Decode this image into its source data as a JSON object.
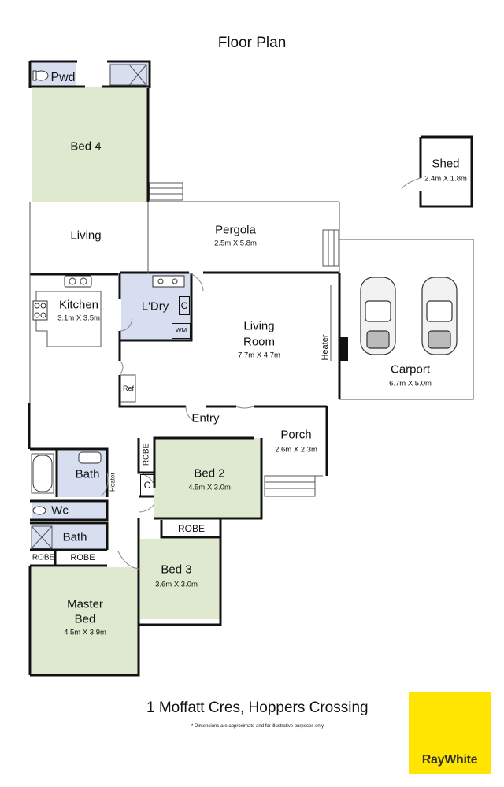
{
  "title": "Floor Plan",
  "address": "1 Moffatt Cres, Hoppers Crossing",
  "disclaimer": "* Dimensions are approximate and for illustrative purposes only",
  "brand": "RayWhite",
  "colors": {
    "green": "#dfe9cf",
    "blue": "#d7def0",
    "wall": "#111111",
    "logo": "#ffe500"
  },
  "rooms": {
    "pwd": {
      "name": "Pwd"
    },
    "bed4": {
      "name": "Bed 4"
    },
    "living": {
      "name": "Living"
    },
    "pergola": {
      "name": "Pergola",
      "dims": "2.5m X 5.8m"
    },
    "kitchen": {
      "name": "Kitchen",
      "dims": "3.1m X 3.5m"
    },
    "laundry": {
      "name": "L'Dry",
      "c": "C",
      "wm": "WM"
    },
    "living_room": {
      "name1": "Living",
      "name2": "Room",
      "dims": "7.7m X 4.7m"
    },
    "heater": "Heater",
    "ref": "Ref",
    "carport": {
      "name": "Carport",
      "dims": "6.7m X 5.0m"
    },
    "shed": {
      "name": "Shed",
      "dims": "2.4m X 1.8m"
    },
    "entry": {
      "name": "Entry"
    },
    "porch": {
      "name": "Porch",
      "dims": "2.6m X 2.3m"
    },
    "robe_small": "ROBE",
    "c_cupboard": "C",
    "bath1": {
      "name": "Bath"
    },
    "heater2": "Heater",
    "wc": {
      "name": "Wc"
    },
    "bath2": {
      "name": "Bath"
    },
    "robe1": "ROBE",
    "robe2": "ROBE",
    "bed2": {
      "name": "Bed 2",
      "dims": "4.5m X 3.0m"
    },
    "bed3_robe": "ROBE",
    "bed3": {
      "name": "Bed 3",
      "dims": "3.6m X 3.0m"
    },
    "master": {
      "name1": "Master",
      "name2": "Bed",
      "dims": "4.5m X 3.9m"
    }
  }
}
